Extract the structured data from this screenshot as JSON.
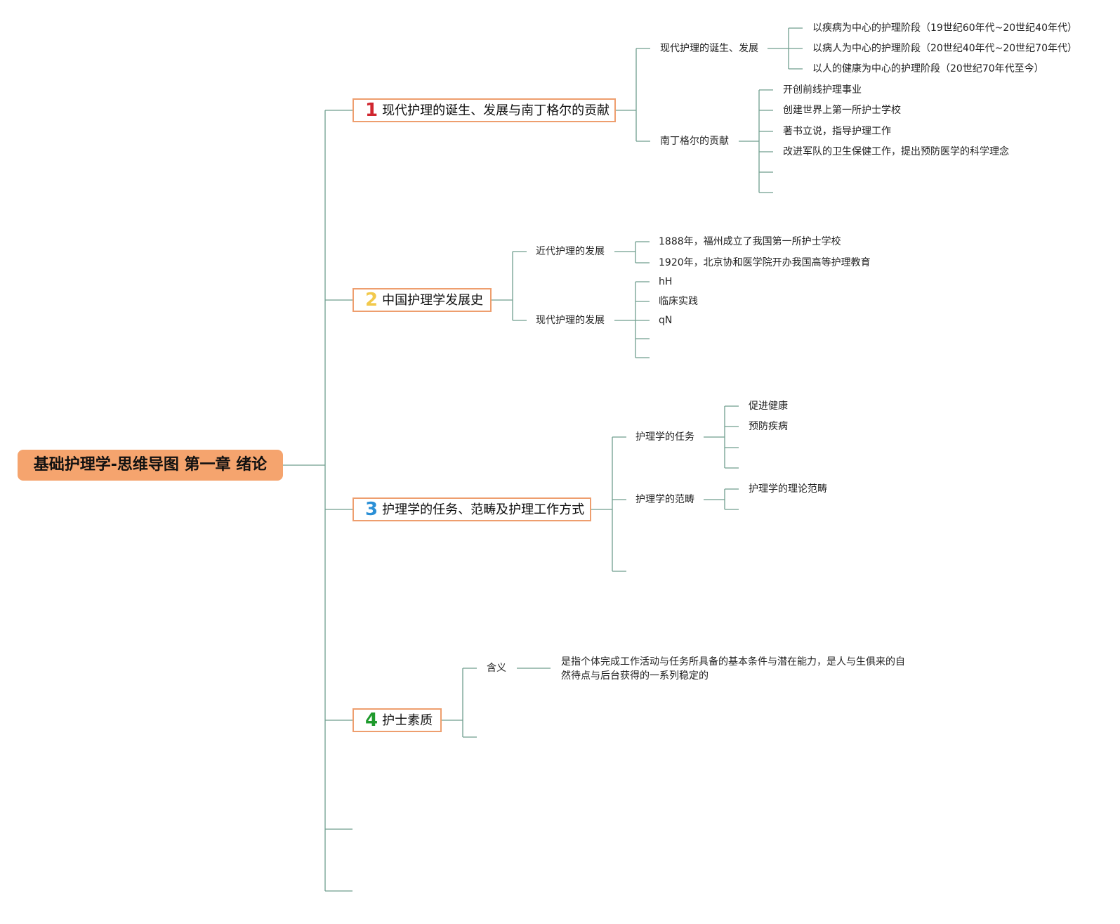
{
  "root": {
    "title": "基础护理学-思维导图 第一章 绪论"
  },
  "branches": [
    {
      "number": "1",
      "number_color": "#d0262f",
      "label": "现代护理的诞生、发展与南丁格尔的贡献",
      "children": [
        {
          "label": "现代护理的诞生、发展",
          "items": [
            "以疾病为中心的护理阶段（19世纪60年代~20世纪40年代）",
            "以病人为中心的护理阶段（20世纪40年代~20世纪70年代）",
            "以人的健康为中心的护理阶段（20世纪70年代至今）"
          ]
        },
        {
          "label": "南丁格尔的贡献",
          "items": [
            "开创前线护理事业",
            "创建世界上第一所护士学校",
            "著书立说，指导护理工作",
            "改进军队的卫生保健工作，提出预防医学的科学理念"
          ]
        }
      ]
    },
    {
      "number": "2",
      "number_color": "#f2c94c",
      "label": "中国护理学发展史",
      "children": [
        {
          "label": "近代护理的发展",
          "items": [
            "1888年，福州成立了我国第一所护士学校",
            "1920年，北京协和医学院开办我国高等护理教育"
          ]
        },
        {
          "label": "现代护理的发展",
          "items": [
            "hH",
            "临床实践",
            "qN"
          ]
        }
      ]
    },
    {
      "number": "3",
      "number_color": "#2a8fd6",
      "label": "护理学的任务、范畴及护理工作方式",
      "children": [
        {
          "label": "护理学的任务",
          "items": [
            "促进健康",
            "预防疾病"
          ]
        },
        {
          "label": "护理学的范畴",
          "items": [
            "护理学的理论范畴"
          ]
        }
      ]
    },
    {
      "number": "4",
      "number_color": "#1e9a2c",
      "label": "护士素质",
      "children": [
        {
          "label": "含义",
          "items": [
            "是指个体完成工作活动与任务所具备的基本条件与潜在能力，是人与生俱来的自然待点与后台获得的一系列稳定的"
          ]
        }
      ]
    }
  ],
  "style": {
    "line_color": "#6f9e8e",
    "root_fill": "#f5a46e",
    "branch_border": "#ee9e6e"
  }
}
